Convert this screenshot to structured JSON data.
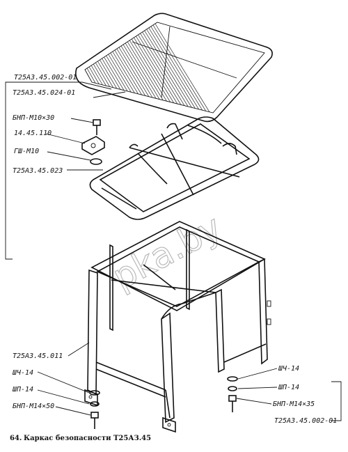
{
  "labels": {
    "assembly_left": "T25АЗ.45.002-01",
    "roof_panel": "T25АЗ.45.024-01",
    "bolt_m10": "БНП-М10×30",
    "bracket": "14.45.110",
    "washer_m10": "ГШ-М10",
    "roof_frame": "T25АЗ.45.023",
    "safety_frame": "T25АЗ.45.011",
    "washer_14_left": "ШЧ-14",
    "spring_washer_left": "ШП-14",
    "bolt_m14_left": "БНП-М14×50",
    "washer_14_right": "ШЧ-14",
    "spring_washer_right": "ШП-14",
    "bolt_m14_right": "БНП-М14×35",
    "assembly_right": "Т25АЗ.45.002-01"
  },
  "caption": {
    "number": "64.",
    "text": "Каркас безопасности  Т25АЗ.45"
  },
  "watermark": "pka.by"
}
